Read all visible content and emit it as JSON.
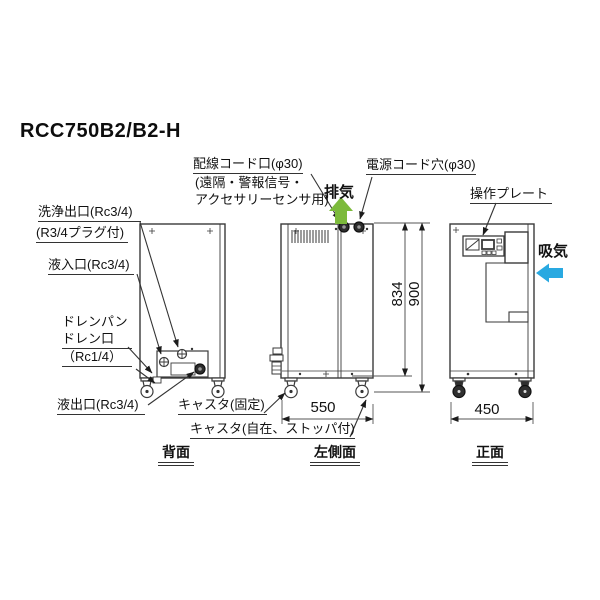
{
  "title": "RCC750B2/B2-H",
  "views": {
    "back": "背面",
    "side": "左側面",
    "front": "正面"
  },
  "labels": {
    "wiring_cord_port": "配線コード口(φ30)",
    "wiring_note1": "(遠隔・警報信号・",
    "wiring_note2": "アクセサリーセンサ用)",
    "exhaust": "排気",
    "power_cord_hole": "電源コード穴(φ30)",
    "operation_plate": "操作プレート",
    "intake": "吸気",
    "wash_outlet_line1": "洗浄出口(Rc3/4)",
    "wash_outlet_line2": "(R3/4プラグ付)",
    "liquid_inlet": "液入口(Rc3/4)",
    "drain_pan": "ドレンパン",
    "drain_port": "ドレン口",
    "drain_size": "（Rc1/4）",
    "liquid_outlet": "液出口(Rc3/4)",
    "caster_fixed": "キャスタ(固定)",
    "caster_swivel": "キャスタ(自在、ストッパ付)"
  },
  "dimensions": {
    "body_height": "834",
    "total_height": "900",
    "depth": "550",
    "width": "450"
  },
  "colors": {
    "exhaust_green": "#7CBA3B",
    "intake_blue": "#29A9E1",
    "line": "#3A3A3A"
  }
}
